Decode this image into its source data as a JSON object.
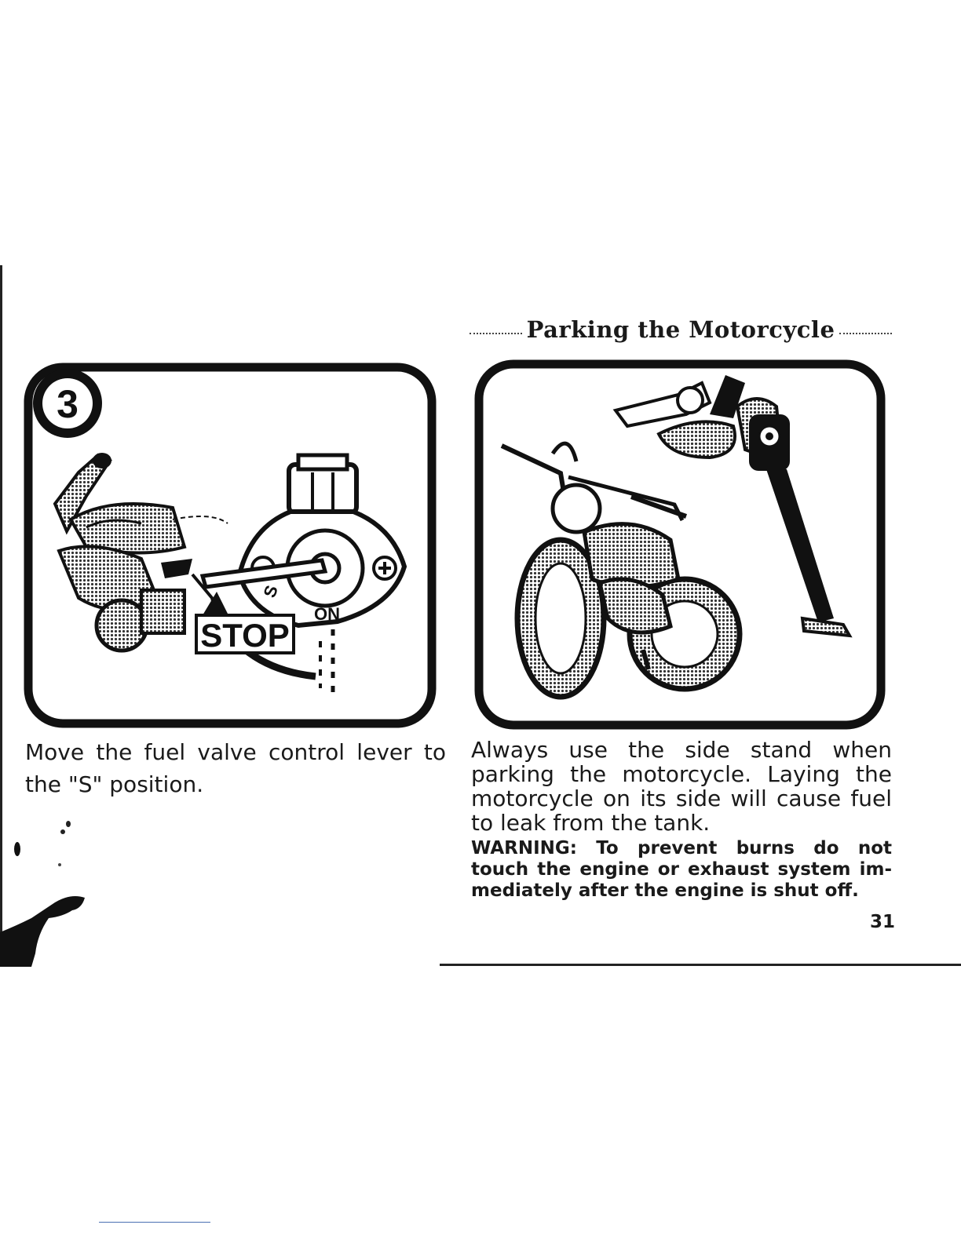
{
  "header": {
    "title": "Parking the Motorcycle"
  },
  "figures": {
    "left": {
      "step_number": "3",
      "stop_label": "STOP",
      "s_mark": "S",
      "on_mark": "ON"
    },
    "right": {}
  },
  "captions": {
    "left": {
      "line1": "Move the fuel valve control lever to",
      "line2": "the \"S\" position."
    },
    "right": {
      "line1": "Always use the side stand when",
      "line2": "parking the motorcycle. Laying the",
      "line3": "motorcycle on its side will cause fuel",
      "line4": "to leak from the tank."
    },
    "warning": {
      "line1": "WARNING: To prevent burns do not",
      "line2": "touch the engine or exhaust system im-",
      "line3": "mediately after the engine is shut off."
    }
  },
  "page_number": "31"
}
